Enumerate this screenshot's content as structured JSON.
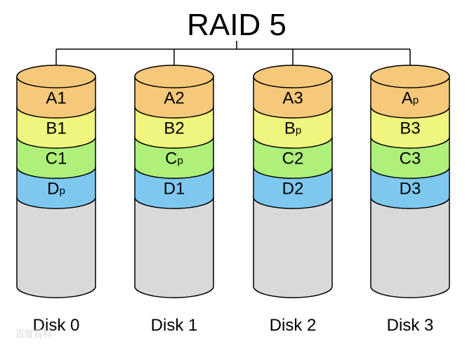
{
  "title": "RAID 5",
  "colors": {
    "A": "#f5c87a",
    "B": "#f0f57e",
    "C": "#aef07a",
    "D": "#7ec8f0",
    "empty": "#d9d9d9",
    "stroke": "#000000"
  },
  "disks": [
    {
      "label": "Disk 0",
      "blocks": [
        {
          "row": "A",
          "main": "A",
          "sub": "1"
        },
        {
          "row": "B",
          "main": "B",
          "sub": "1"
        },
        {
          "row": "C",
          "main": "C",
          "sub": "1"
        },
        {
          "row": "D",
          "main": "D",
          "sub": "p"
        }
      ]
    },
    {
      "label": "Disk 1",
      "blocks": [
        {
          "row": "A",
          "main": "A",
          "sub": "2"
        },
        {
          "row": "B",
          "main": "B",
          "sub": "2"
        },
        {
          "row": "C",
          "main": "C",
          "sub": "p"
        },
        {
          "row": "D",
          "main": "D",
          "sub": "1"
        }
      ]
    },
    {
      "label": "Disk 2",
      "blocks": [
        {
          "row": "A",
          "main": "A",
          "sub": "3"
        },
        {
          "row": "B",
          "main": "B",
          "sub": "p"
        },
        {
          "row": "C",
          "main": "C",
          "sub": "2"
        },
        {
          "row": "D",
          "main": "D",
          "sub": "2"
        }
      ]
    },
    {
      "label": "Disk 3",
      "blocks": [
        {
          "row": "A",
          "main": "A",
          "sub": "p"
        },
        {
          "row": "B",
          "main": "B",
          "sub": "3"
        },
        {
          "row": "C",
          "main": "C",
          "sub": "3"
        },
        {
          "row": "D",
          "main": "D",
          "sub": "3"
        }
      ]
    }
  ],
  "watermark": "百度百科"
}
